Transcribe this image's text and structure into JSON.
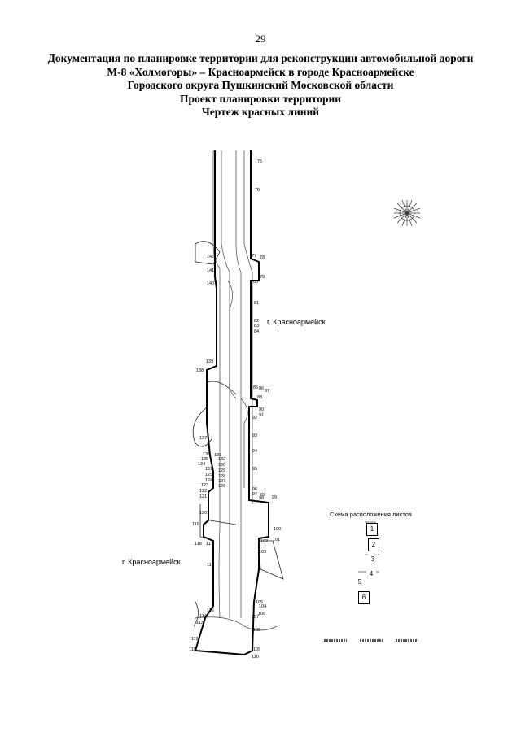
{
  "page_number": "29",
  "title_lines": [
    "Документация по планировке территории для реконструкции автомобильной дороги",
    "М-8 «Холмогоры» – Красноармейск в городе Красноармейске",
    "Городского округа Пушкинский Московской области",
    "Проект планировки территории",
    "Чертеж красных линий"
  ],
  "map": {
    "label_right": "г. Красноармейск",
    "label_left": "г. Красноармейск",
    "right_points": [
      "75",
      "76",
      "77",
      "78",
      "79",
      "80",
      "81",
      "82",
      "83",
      "84",
      "85",
      "86",
      "87",
      "88",
      "89",
      "90",
      "91",
      "92",
      "93",
      "94",
      "95",
      "96",
      "97",
      "98",
      "99",
      "100",
      "101",
      "102",
      "103",
      "104",
      "105",
      "106",
      "107",
      "108",
      "109",
      "110"
    ],
    "left_points": [
      "142",
      "141",
      "140",
      "139",
      "138",
      "137",
      "136",
      "135",
      "134",
      "133",
      "132",
      "131",
      "130",
      "129",
      "128",
      "127",
      "126",
      "125",
      "124",
      "123",
      "122",
      "121",
      "120",
      "119",
      "118",
      "117",
      "116",
      "115",
      "114",
      "113",
      "112",
      "111"
    ]
  },
  "scheme": {
    "title": "Схема расположения листов",
    "sheets": [
      "1",
      "2",
      "3",
      "4",
      "5",
      "6"
    ]
  },
  "colors": {
    "line": "#000000",
    "road": "#444444"
  }
}
